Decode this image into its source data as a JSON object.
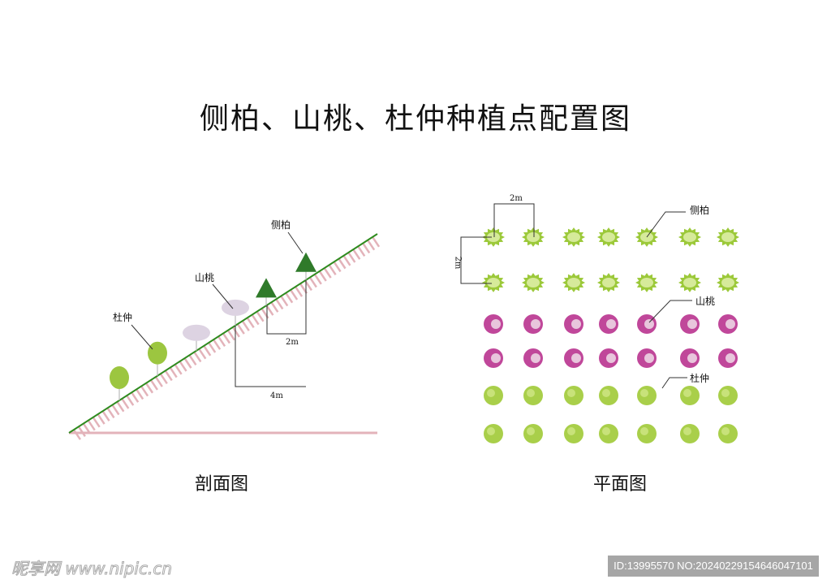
{
  "title": "侧柏、山桃、杜仲种植点配置图",
  "section": {
    "caption": "剖面图",
    "labels": {
      "cebai": "侧柏",
      "shantao": "山桃",
      "duzhong": "杜仲"
    },
    "dimensions": {
      "small": "2m",
      "large": "4m"
    }
  },
  "plan": {
    "caption": "平面图",
    "labels": {
      "cebai": "侧柏",
      "shantao": "山桃",
      "duzhong": "杜仲"
    },
    "dimensions": {
      "horizontal": "2m",
      "vertical": "2m"
    },
    "columns": 7,
    "rows": [
      "cebai",
      "cebai",
      "shantao",
      "shantao",
      "duzhong",
      "duzhong"
    ]
  },
  "colors": {
    "slope_line": "#2e8b1e",
    "hatch": "#e3b3ba",
    "cebai": "#9cc93a",
    "shantao": "#c0479a",
    "duzhong": "#a9cf4a"
  },
  "watermark": {
    "logo": "昵享网 www.nipic.cn",
    "id": "ID:13995570 NO:20240229154646047101"
  }
}
